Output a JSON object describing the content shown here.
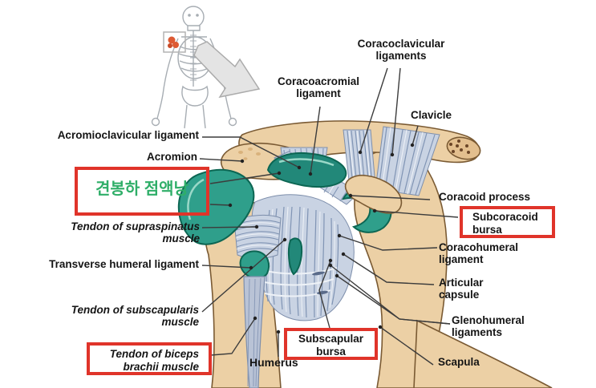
{
  "figure": {
    "type": "shoulder-joint-anatomy-diagram",
    "background": "#ffffff",
    "colors": {
      "red_highlight_box": "#e0342a",
      "korean_text_green": "#2fae68",
      "label_text": "#151515",
      "bone_tan": "#ecd0a5",
      "bursa_teal": "#2f9f8b",
      "ligament_bluegray": "#c9d3e3",
      "locator_arrow_gray": "#e4e4e4",
      "inset_highlight_orange": "#dd5a33"
    },
    "inset": {
      "name": "skeleton-locator",
      "highlighted_region": "left shoulder joint"
    },
    "labels": {
      "coracoclavicular_ligaments": "Coracoclavicular\nligaments",
      "coracoacromial_ligament": "Coracoacromial\nligament",
      "clavicle": "Clavicle",
      "acromioclavicular_ligament": "Acromioclavicular ligament",
      "acromion": "Acromion",
      "subacromial_bursa_ko": "견봉하 점액낭",
      "coracoid_process": "Coracoid process",
      "subcoracoid_bursa": "Subcoracoid\nbursa",
      "coracohumeral_ligament": "Coracohumeral\nligament",
      "articular_capsule": "Articular\ncapsule",
      "glenohumeral_ligaments": "Glenohumeral\nligaments",
      "scapula": "Scapula",
      "subscapular_bursa": "Subscapular\nbursa",
      "humerus": "Humerus",
      "tendon_of_supraspinatus_muscle": "Tendon of supraspinatus\nmuscle",
      "transverse_humeral_ligament": "Transverse humeral ligament",
      "tendon_of_subscapularis_muscle": "Tendon of subscapularis\nmuscle",
      "tendon_of_biceps_brachii_muscle": "Tendon of biceps\nbrachii muscle"
    },
    "annotations": {
      "red_boxed_items": [
        "subacromial_bursa_ko",
        "subcoracoid_bursa",
        "subscapular_bursa",
        "tendon_of_biceps_brachii_muscle"
      ]
    }
  }
}
